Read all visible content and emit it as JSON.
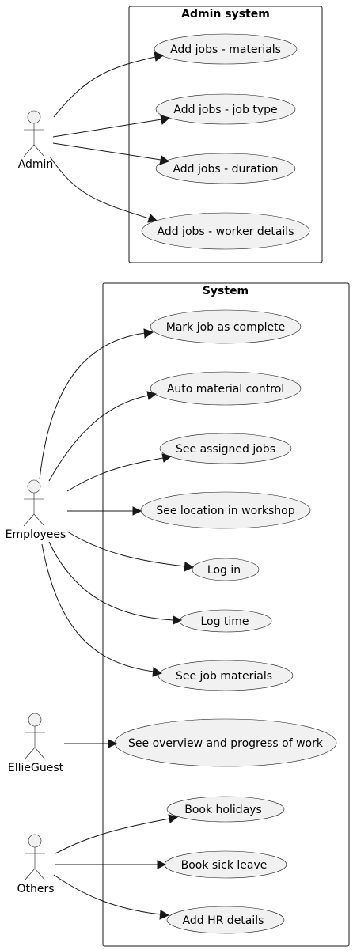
{
  "systems": {
    "admin": {
      "title": "Admin system"
    },
    "main": {
      "title": "System"
    }
  },
  "actors": {
    "admin": "Admin",
    "employees": "Employees",
    "guest": "EllieGuest",
    "others": "Others"
  },
  "use_cases": {
    "materials": "Add jobs - materials",
    "job_type": "Add jobs - job type",
    "duration": "Add jobs - duration",
    "worker_details": "Add jobs - worker details",
    "mark_complete": "Mark job as complete",
    "auto_material": "Auto material control",
    "assigned_jobs": "See assigned jobs",
    "location": "See location in workshop",
    "log_in": "Log in",
    "log_time": "Log time",
    "job_materials": "See job materials",
    "overview": "See overview and progress of work",
    "holidays": "Book holidays",
    "sick_leave": "Book sick leave",
    "hr_details": "Add HR details"
  },
  "colors": {
    "use_case_fill": "#f1f1f1",
    "line": "#181818"
  }
}
